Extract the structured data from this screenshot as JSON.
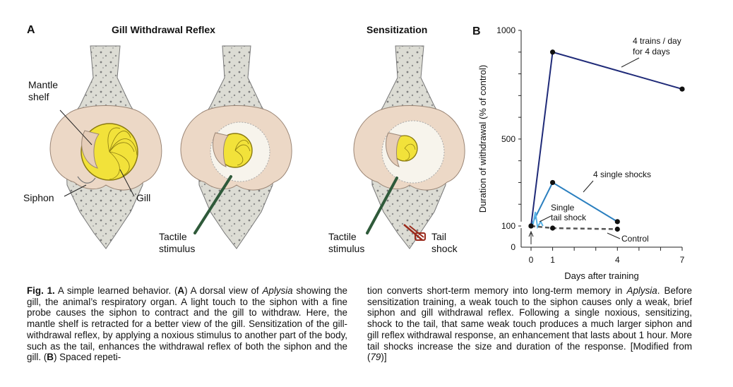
{
  "panel_a": {
    "letter": "A",
    "heading_left": "Gill Withdrawal Reflex",
    "heading_right": "Sensitization",
    "labels": {
      "mantle_shelf": "Mantle shelf",
      "siphon": "Siphon",
      "gill": "Gill",
      "tactile_stimulus_1": "Tactile stimulus",
      "tactile_stimulus_2": "Tactile stimulus",
      "tail_shock": "Tail shock"
    },
    "colors": {
      "body": "#e9d6c6",
      "speckle": "#8a8a8a",
      "gill": "#f2e23a",
      "probe": "#2f5a3a",
      "shock": "#9a2a1c"
    }
  },
  "panel_b": {
    "letter": "B"
  },
  "chart_data": {
    "type": "line",
    "xlabel": "Days after training",
    "ylabel": "Duration of withdrawal (% of control)",
    "x_ticks": [
      "0",
      "1",
      "4",
      "7"
    ],
    "y_ticks": [
      "0",
      "100",
      "500",
      "1000"
    ],
    "xlim": [
      -0.2,
      7
    ],
    "ylim": [
      0,
      1000
    ],
    "series": [
      {
        "name": "4 trains / day for 4 days",
        "color": "#1f2a78",
        "style": "solid",
        "x": [
          0,
          1,
          7
        ],
        "y": [
          100,
          900,
          730
        ]
      },
      {
        "name": "4 single shocks",
        "color": "#2a7fbf",
        "style": "solid",
        "x": [
          0,
          1,
          4
        ],
        "y": [
          100,
          300,
          120
        ]
      },
      {
        "name": "Single tail shock",
        "color": "#5ab4e8",
        "style": "solid",
        "x": [
          0,
          0.1,
          0.2,
          0.3,
          0.45,
          0.55
        ],
        "y": [
          100,
          110,
          165,
          95,
          120,
          100
        ]
      },
      {
        "name": "Control",
        "color": "#555555",
        "style": "dashed",
        "x": [
          0,
          1,
          4
        ],
        "y": [
          100,
          90,
          85
        ]
      }
    ],
    "annotations": {
      "trains_line1": "4 trains / day",
      "trains_line2": "for 4 days",
      "single_shocks": "4 single shocks",
      "single_tail_line1": "Single",
      "single_tail_line2": "tail shock",
      "control": "Control"
    }
  },
  "caption": {
    "fig_label": "Fig. 1.",
    "col1_part1": " A simple learned behavior. (",
    "col1_bold_a": "A",
    "col1_part2": ") A dorsal view of ",
    "col1_italic": "Aplysia",
    "col1_part3": " showing the gill, the animal’s respiratory organ. A light touch to the siphon with a fine probe causes the siphon to contract and the gill to withdraw. Here, the mantle shelf is retracted for a better view of the gill. Sensitization of the gill-withdrawal reflex, by applying a noxious stimulus to another part of the body, such as the tail, enhances the withdrawal reflex of both the siphon and the gill. (",
    "col1_bold_b": "B",
    "col1_part4": ") Spaced repeti-",
    "col2_part1": "tion converts short-term memory into long-term memory in ",
    "col2_italic": "Aplysia",
    "col2_part2": ". Before sensitization training, a weak touch to the siphon causes only a weak, brief siphon and gill withdrawal reflex. Following a single noxious, sensitizing, shock to the tail, that same weak touch produces a much larger siphon and gill reflex withdrawal response, an enhancement that lasts about 1 hour. More tail shocks increase the size and duration of the response. [Modified from (",
    "col2_ref": "79",
    "col2_part3": ")]"
  }
}
